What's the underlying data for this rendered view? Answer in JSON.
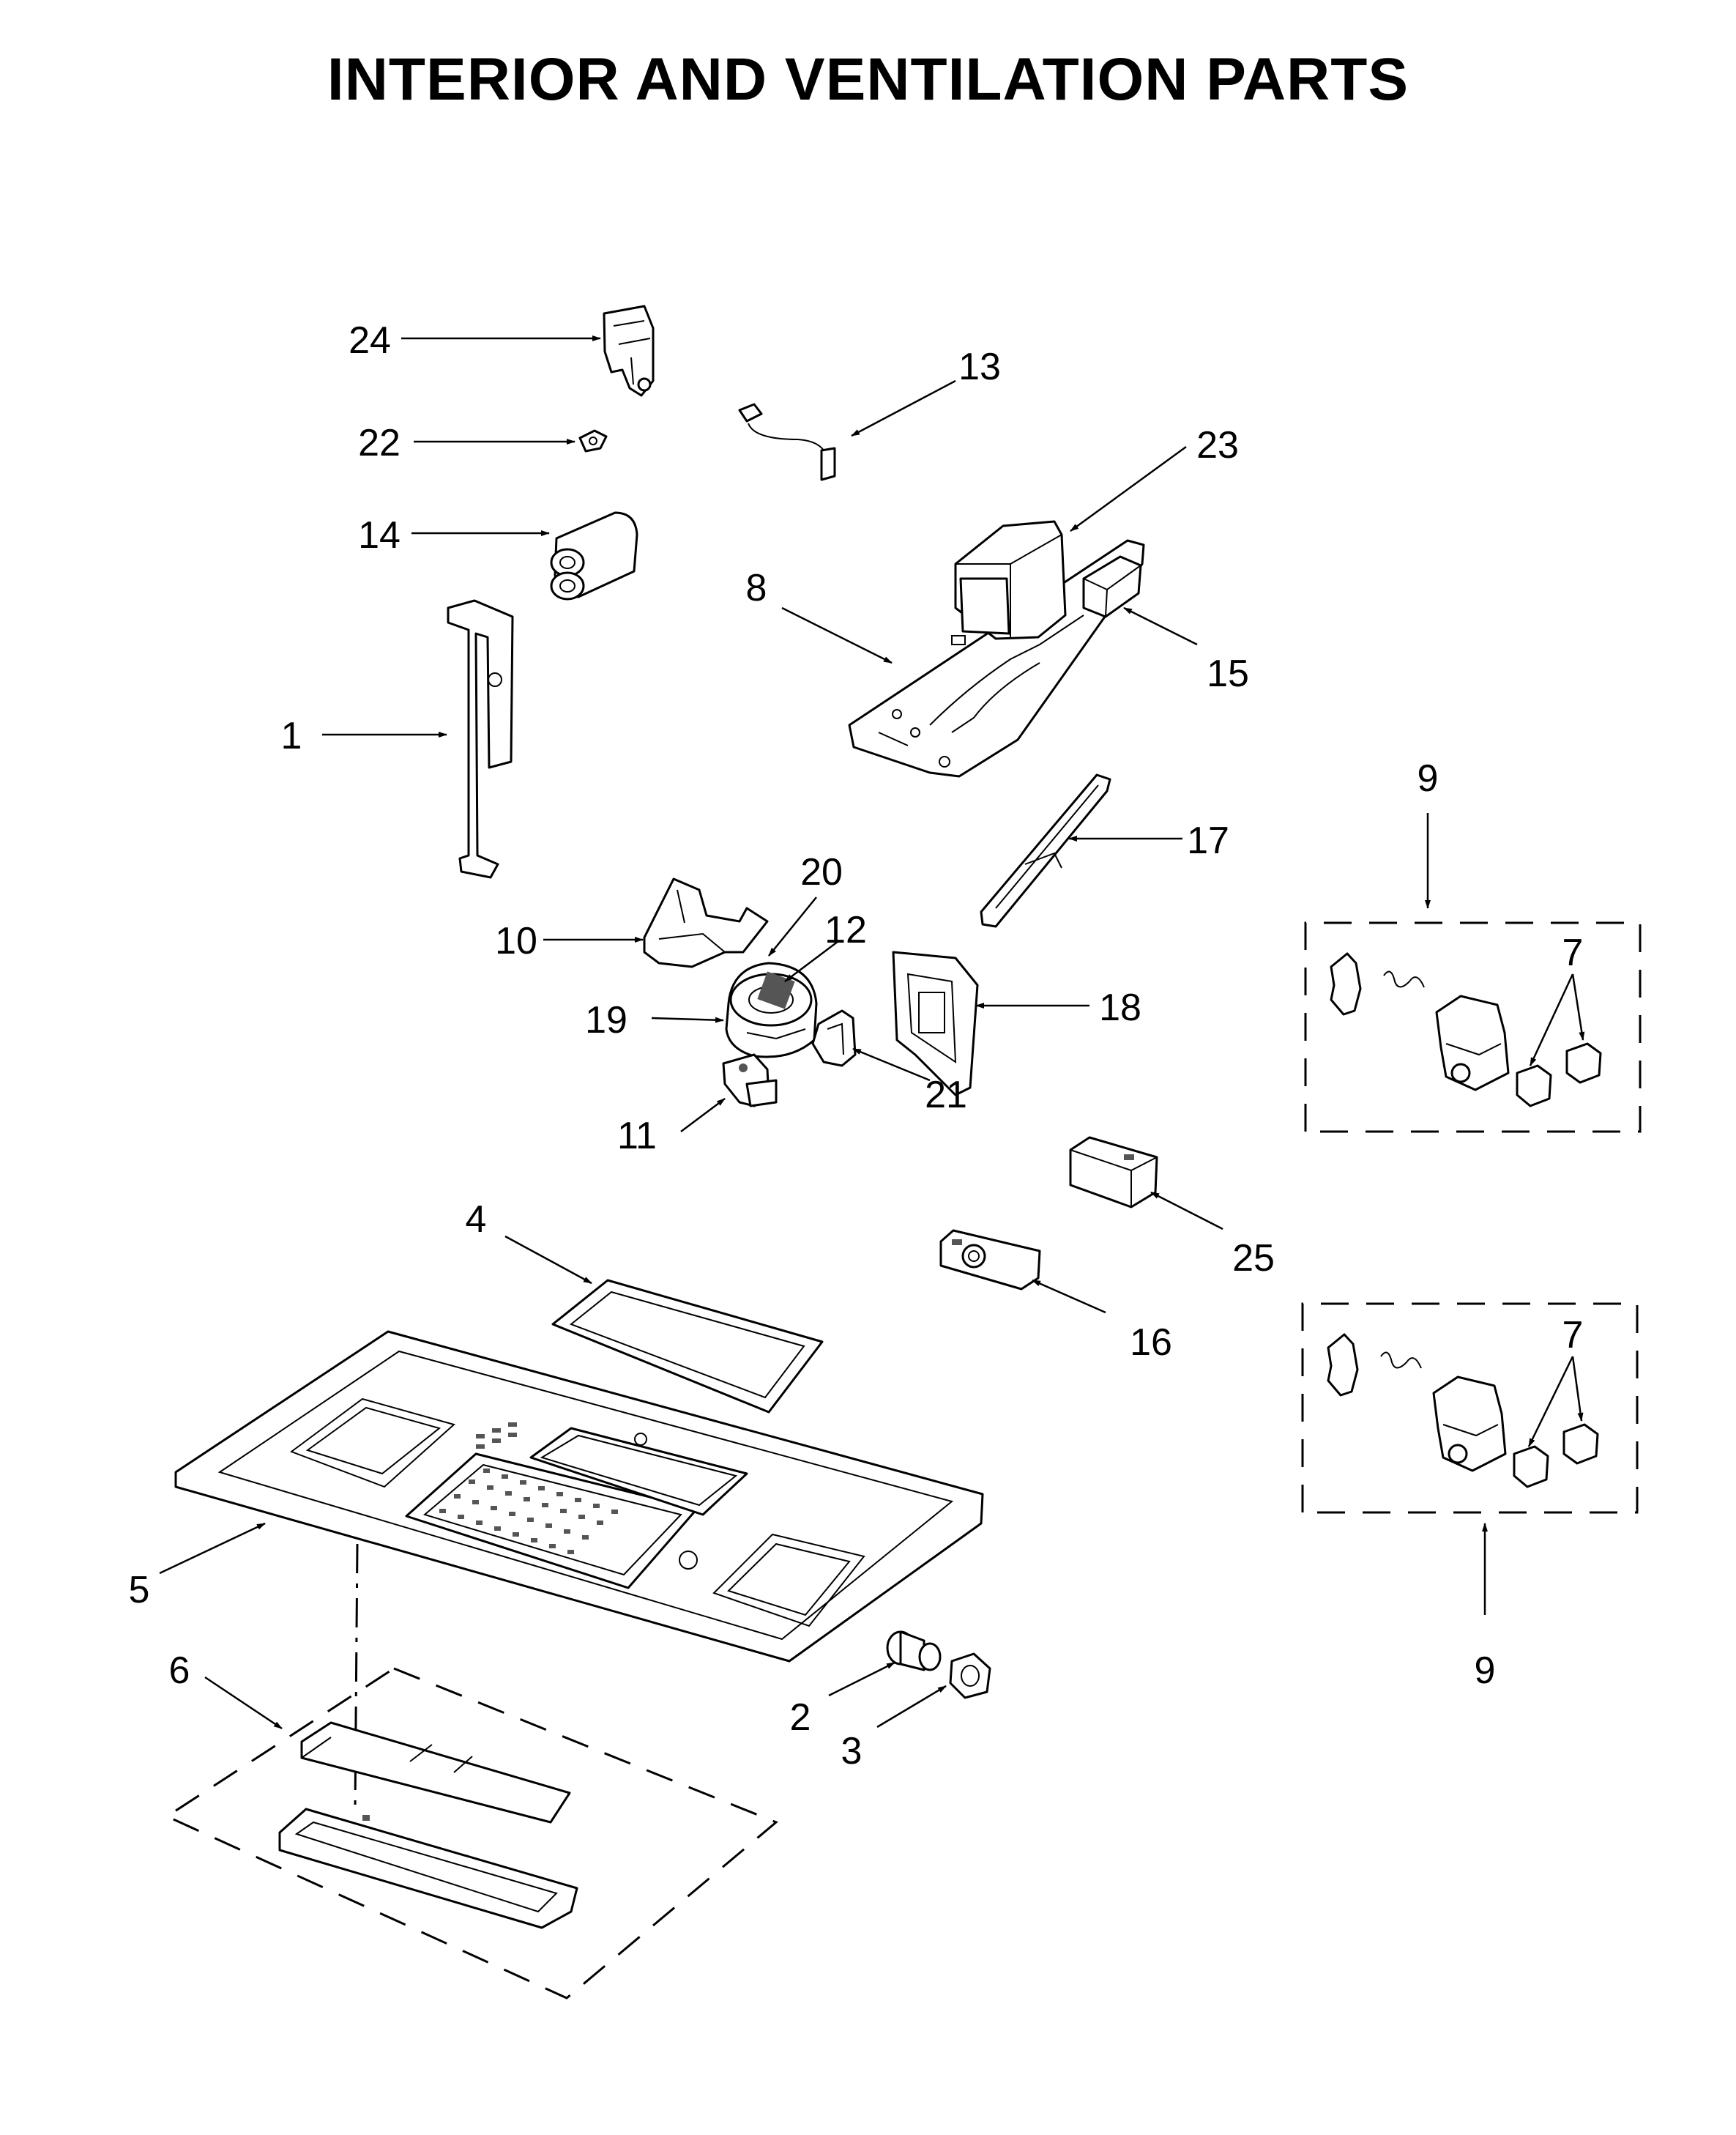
{
  "title": "INTERIOR AND VENTILATION PARTS",
  "labels": {
    "p1": "1",
    "p2": "2",
    "p3": "3",
    "p4": "4",
    "p5": "5",
    "p6": "6",
    "p7a": "7",
    "p7b": "7",
    "p8": "8",
    "p9a": "9",
    "p9b": "9",
    "p10": "10",
    "p11": "11",
    "p12": "12",
    "p13": "13",
    "p14": "14",
    "p15": "15",
    "p16": "16",
    "p17": "17",
    "p18": "18",
    "p19": "19",
    "p20": "20",
    "p21": "21",
    "p22": "22",
    "p23": "23",
    "p24": "24",
    "p25": "25"
  }
}
